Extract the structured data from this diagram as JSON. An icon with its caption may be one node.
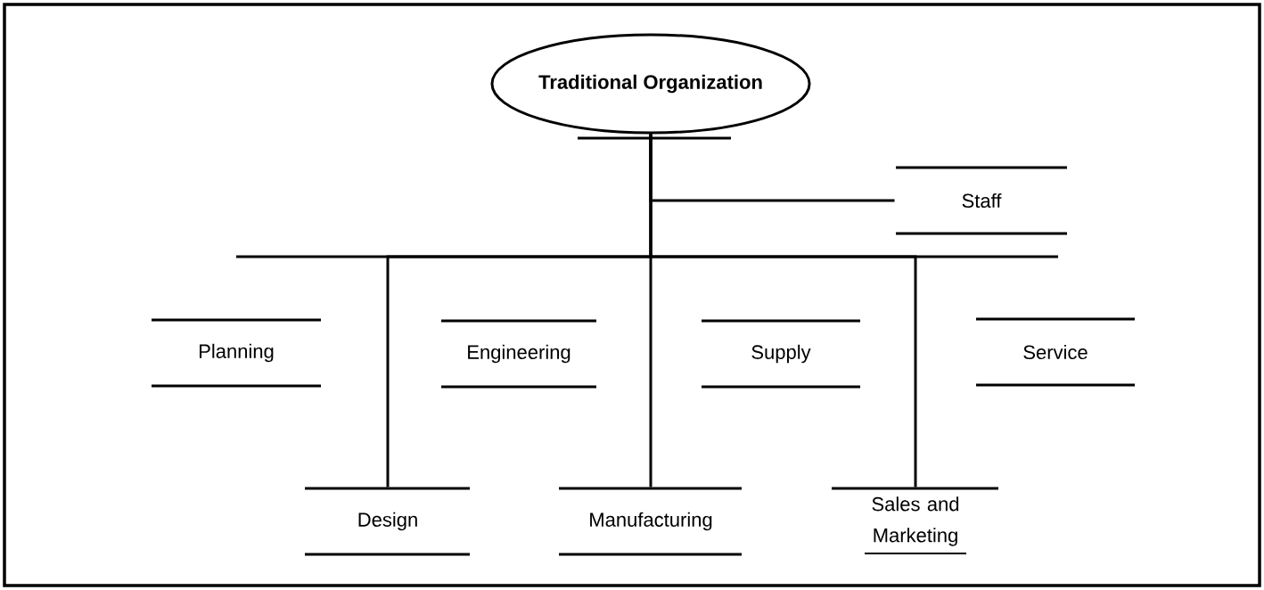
{
  "diagram": {
    "nodes": [
      {
        "text": [
          "Traditional Organization"
        ]
      },
      {
        "text": [
          "Staff"
        ]
      },
      {
        "text": [
          "Planning"
        ]
      },
      {
        "text": [
          "Engineering"
        ]
      },
      {
        "text": [
          "Supply"
        ]
      },
      {
        "text": [
          "Service"
        ]
      },
      {
        "text": [
          "Design"
        ]
      },
      {
        "text": [
          "Manufacturing"
        ]
      },
      {
        "text": [
          "Sales and Marketing"
        ]
      }
    ],
    "edges": [
      {
        "from": 0,
        "to": 1,
        "arrow": "none"
      },
      {
        "from": 0,
        "to": 6,
        "arrow": "none"
      },
      {
        "from": 0,
        "to": 7,
        "arrow": "none"
      },
      {
        "from": 0,
        "to": 8,
        "arrow": "none"
      }
    ]
  }
}
